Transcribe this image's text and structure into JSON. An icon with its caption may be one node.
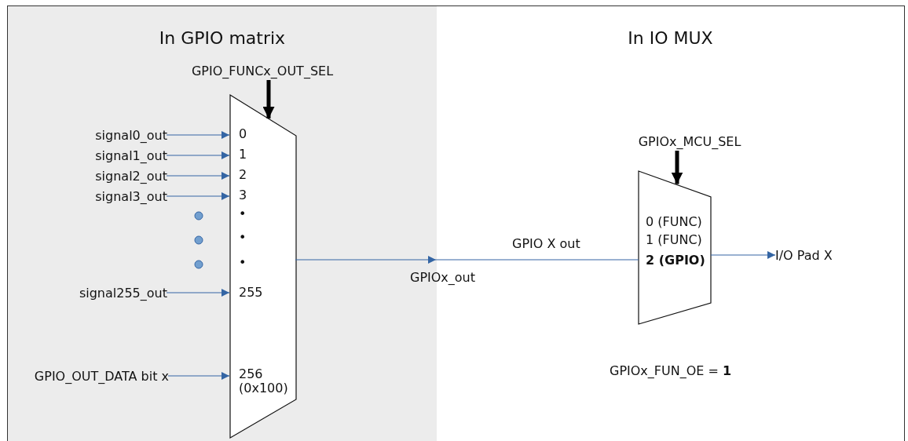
{
  "diagram": {
    "nodes": [
      {
        "text": [
          "In GPIO matrix"
        ]
      },
      {
        "text": [
          "In IO MUX"
        ]
      },
      {
        "text": [
          "0",
          "1",
          "2",
          "3",
          "•",
          "•",
          "•",
          "255",
          "256 (0x100)"
        ],
        "in": 0
      },
      {
        "text": [
          "GPIO_FUNCx_OUT_SEL"
        ],
        "in": 0
      },
      {
        "text": [
          "signal0_out"
        ],
        "in": 0
      },
      {
        "text": [
          "signal1_out"
        ],
        "in": 0
      },
      {
        "text": [
          "signal2_out"
        ],
        "in": 0
      },
      {
        "text": [
          "signal3_out"
        ],
        "in": 0
      },
      {
        "text": [
          "signal255_out"
        ],
        "in": 0
      },
      {
        "text": [
          "GPIO_OUT_DATA bit x"
        ],
        "in": 0
      },
      {
        "text": [
          "0 (FUNC)",
          "1 (FUNC)",
          "**2 (GPIO)**"
        ],
        "in": 1
      },
      {
        "text": [
          "GPIOx_MCU_SEL"
        ],
        "in": 1
      },
      {
        "text": [
          "I/O Pad X"
        ],
        "in": 1
      },
      {
        "text": [
          "GPIOx_out"
        ]
      }
    ],
    "edges": [
      {
        "from": 3,
        "to": 2,
        "arrow": "to",
        "style": "thick",
        "color": "#000000"
      },
      {
        "from": 4,
        "to": 2,
        "arrow": "to"
      },
      {
        "from": 5,
        "to": 2,
        "arrow": "to"
      },
      {
        "from": 6,
        "to": 2,
        "arrow": "to"
      },
      {
        "from": 7,
        "to": 2,
        "arrow": "to"
      },
      {
        "from": 8,
        "to": 2,
        "arrow": "to"
      },
      {
        "from": 9,
        "to": 2,
        "arrow": "to"
      },
      {
        "from": 2,
        "to": 13,
        "arrow": "to"
      },
      {
        "from": 13,
        "to": 10,
        "arrow": "none",
        "label": "GPIO X out"
      },
      {
        "from": 11,
        "to": 10,
        "arrow": "to",
        "style": "thick",
        "color": "#000000"
      },
      {
        "from": 10,
        "to": 12,
        "arrow": "to"
      }
    ],
    "labels": [
      "GPIOx_FUN_OE = **1**"
    ]
  }
}
